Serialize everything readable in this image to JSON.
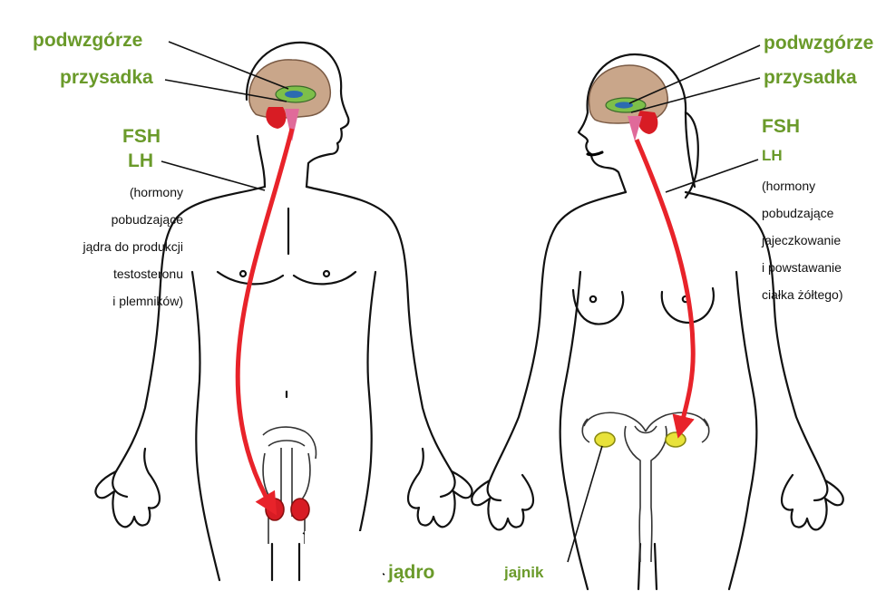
{
  "male": {
    "hypothalamus": "podwzgórze",
    "pituitary": "przysadka",
    "fsh": "FSH",
    "lh": "LH",
    "desc": [
      "(hormony",
      "pobudzające",
      "jądra do produkcji",
      "testosteronu",
      "i plemników)"
    ],
    "gonad": "jądro"
  },
  "female": {
    "hypothalamus": "podwzgórze",
    "pituitary": "przysadka",
    "fsh": "FSH",
    "lh": "LH",
    "desc": [
      "(hormony",
      "pobudzające",
      "jajeczkowanie",
      "i powstawanie",
      "ciałka żółtego)"
    ],
    "gonad": "jajnik"
  },
  "colors": {
    "label_green": "#6a9a2a",
    "arrow_red": "#e8232a",
    "gonad_yellow": "#e8e23a",
    "brain": "#c9a68a"
  }
}
